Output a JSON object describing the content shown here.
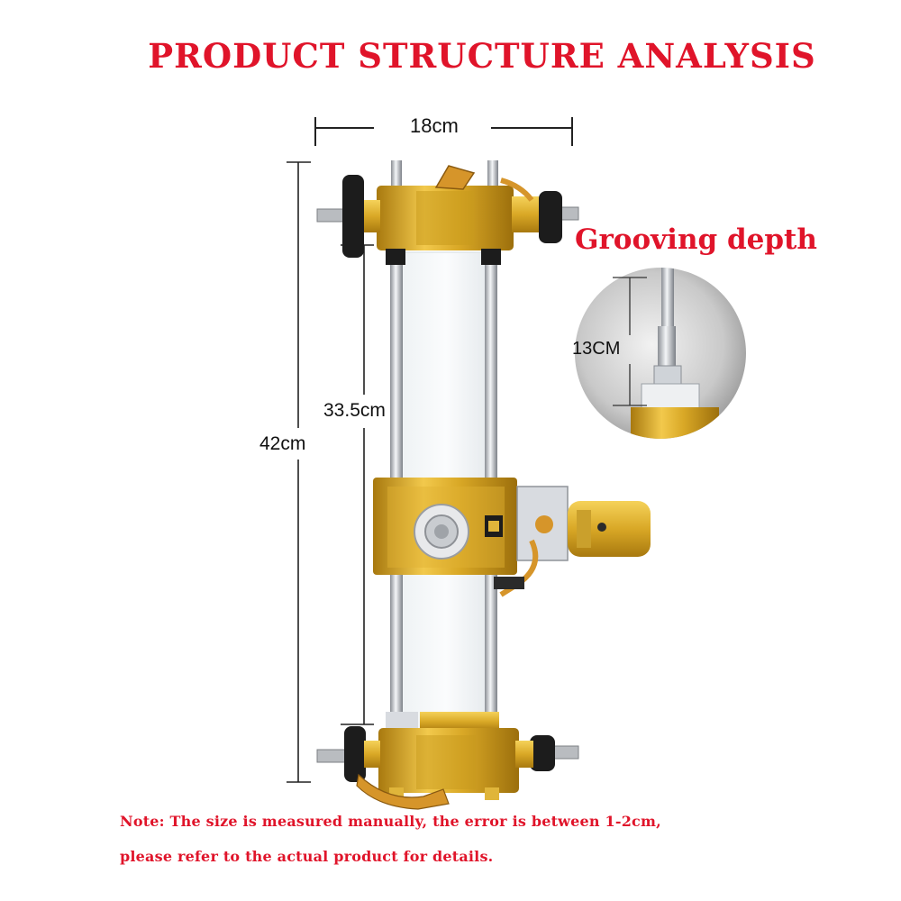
{
  "title": "PRODUCT STRUCTURE ANALYSIS",
  "dimensions": {
    "width": "18cm",
    "inner_height": "33.5cm",
    "total_height": "42cm"
  },
  "inset": {
    "title": "Grooving depth",
    "depth": "13CM"
  },
  "note": {
    "line1": "Note: The size is measured manually, the error is between 1-2cm,",
    "line2": "please refer to the actual product for details."
  },
  "colors": {
    "accent_red": "#e0142a",
    "gold": "#d9a826",
    "silver": "#c8ccd2"
  }
}
